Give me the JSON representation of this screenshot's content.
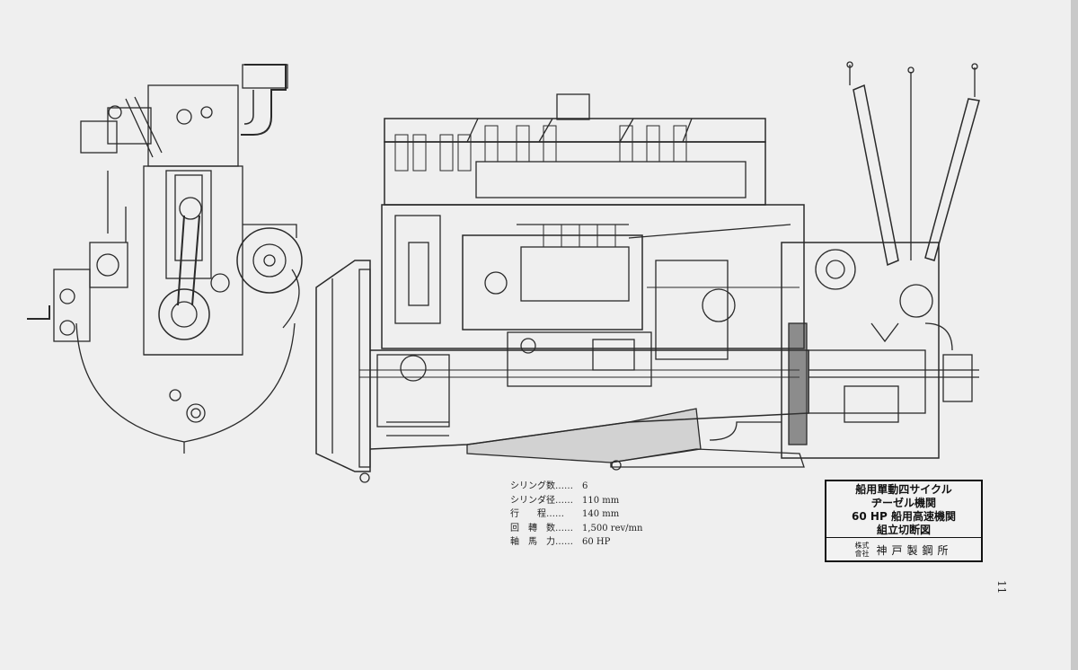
{
  "specs": [
    {
      "label": "シリング数",
      "value": "6"
    },
    {
      "label": "シリンダ径",
      "value": "110 mm"
    },
    {
      "label": "行　　程",
      "value": "140 mm"
    },
    {
      "label": "回　轉　数",
      "value": "1,500 rev/mn"
    },
    {
      "label": "軸　馬　力",
      "value": "60 HP"
    }
  ],
  "title_block": {
    "line1": "船用單動四サイクル",
    "line2": "ヂーゼル機関",
    "line3": "60 HP 船用高速機関",
    "line4": "組立切断図",
    "company_prefix": [
      "株式",
      "會社"
    ],
    "company": "神戸製鋼所"
  },
  "page_number": "11"
}
